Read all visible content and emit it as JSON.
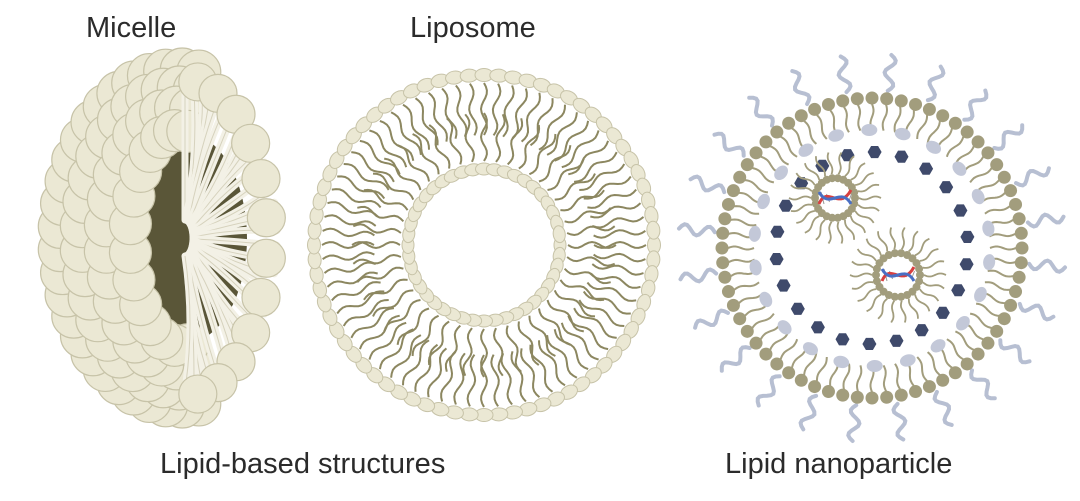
{
  "labels": {
    "micelle": "Micelle",
    "liposome": "Liposome",
    "lipid_based_structures": "Lipid-based structures",
    "lipid_nanoparticle": "Lipid nanoparticle"
  },
  "colors": {
    "lipid_head_cream": "#ebe8d4",
    "lipid_head_outline": "#c7c3a8",
    "lipid_tail_olive": "#8c8760",
    "micelle_core": "#5a5638",
    "lnp_head": "#a29d7d",
    "lnp_tail": "#a29d7d",
    "ionizable_lipid_dark": "#3f4a6b",
    "cholesterol_light": "#c3c8d8",
    "peg_chain": "#b7bfd2",
    "nucleic_acid_red": "#d84040",
    "nucleic_acid_blue": "#4a6fc4"
  },
  "icons": {
    "nucleic_acid": "dna-double-helix-icon"
  }
}
